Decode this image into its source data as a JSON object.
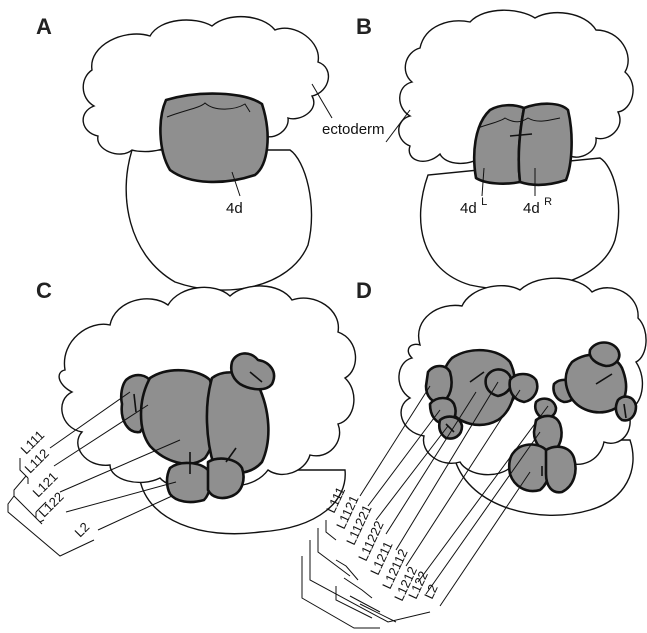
{
  "panels": {
    "a": {
      "letter": "A",
      "cell_label": "4d",
      "tissue_label": "ectoderm"
    },
    "b": {
      "letter": "B",
      "left_label": "4d",
      "left_sup": "L",
      "right_label": "4d",
      "right_sup": "R"
    },
    "c": {
      "letter": "C",
      "lineage": [
        "L111",
        "L112",
        "L121",
        "L122",
        "L2"
      ]
    },
    "d": {
      "letter": "D",
      "lineage": [
        "L111",
        "L1121",
        "L11221",
        "L11222",
        "L1211",
        "L12112",
        "L1212",
        "L122",
        "L2"
      ]
    }
  },
  "colors": {
    "cell_fill": "#8f8f8f",
    "stroke": "#111111",
    "background": "#ffffff"
  }
}
